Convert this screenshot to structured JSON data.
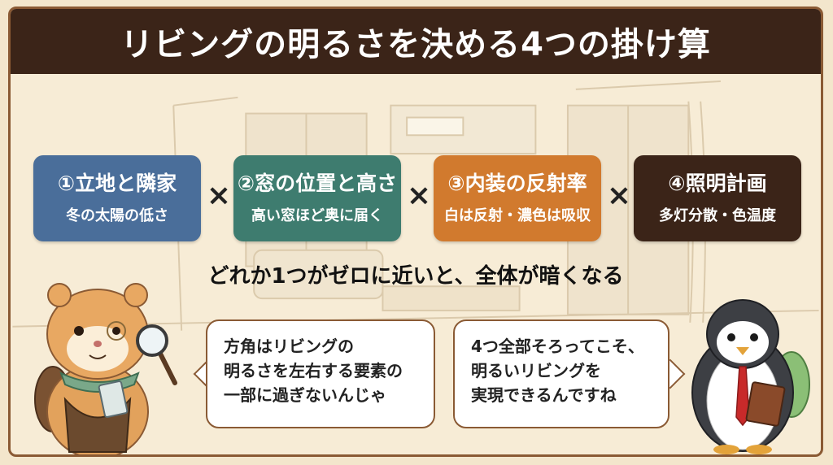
{
  "title": "リビングの明るさを決める4つの掛け算",
  "operator_symbol": "×",
  "factors": [
    {
      "name": "①立地と隣家",
      "sub": "冬の太陽の低さ",
      "color": "#4a6e9a"
    },
    {
      "name": "②窓の位置と高さ",
      "sub": "高い窓ほど奥に届く",
      "color": "#3e7c6f"
    },
    {
      "name": "③内装の反射率",
      "sub": "白は反射・濃色は吸収",
      "color": "#d17a2e"
    },
    {
      "name": "④照明計画",
      "sub": "多灯分散・色温度",
      "color": "#3b2418"
    }
  ],
  "message": "どれか1つがゼロに近いと、全体が暗くなる",
  "bubbles": [
    {
      "speaker": "hamster",
      "lines": [
        "方角はリビングの",
        "明るさを左右する要素の",
        "一部に過ぎないんじゃ"
      ]
    },
    {
      "speaker": "penguin",
      "lines": [
        "4つ全部そろってこそ、",
        "明るいリビングを",
        "実現できるんですね"
      ]
    }
  ],
  "colors": {
    "title_bg": "#3b2418",
    "frame": "#8a5a34",
    "background": "#f7ecd6"
  }
}
